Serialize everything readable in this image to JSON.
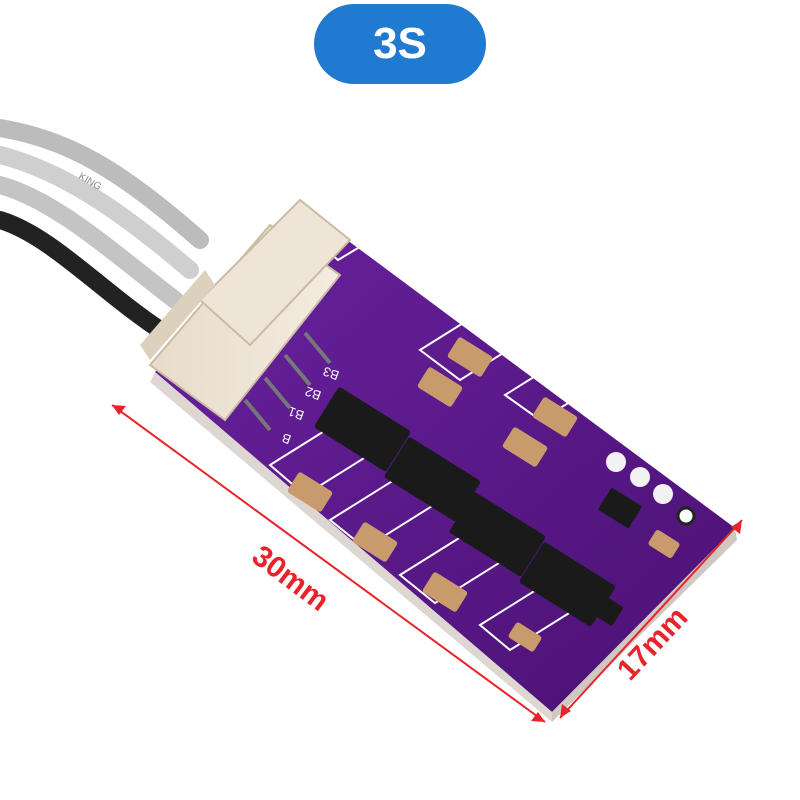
{
  "badge": {
    "label": "3S",
    "color": "#1f7ad0"
  },
  "dimensions": {
    "length_label": "30mm",
    "width_label": "17mm",
    "color": "#e8232a"
  },
  "board": {
    "pcb_color": "#5b1a8c",
    "silkscreen": {
      "pin_labels": [
        "B3",
        "B2",
        "B1",
        "B"
      ],
      "wire_print": "KING"
    }
  }
}
